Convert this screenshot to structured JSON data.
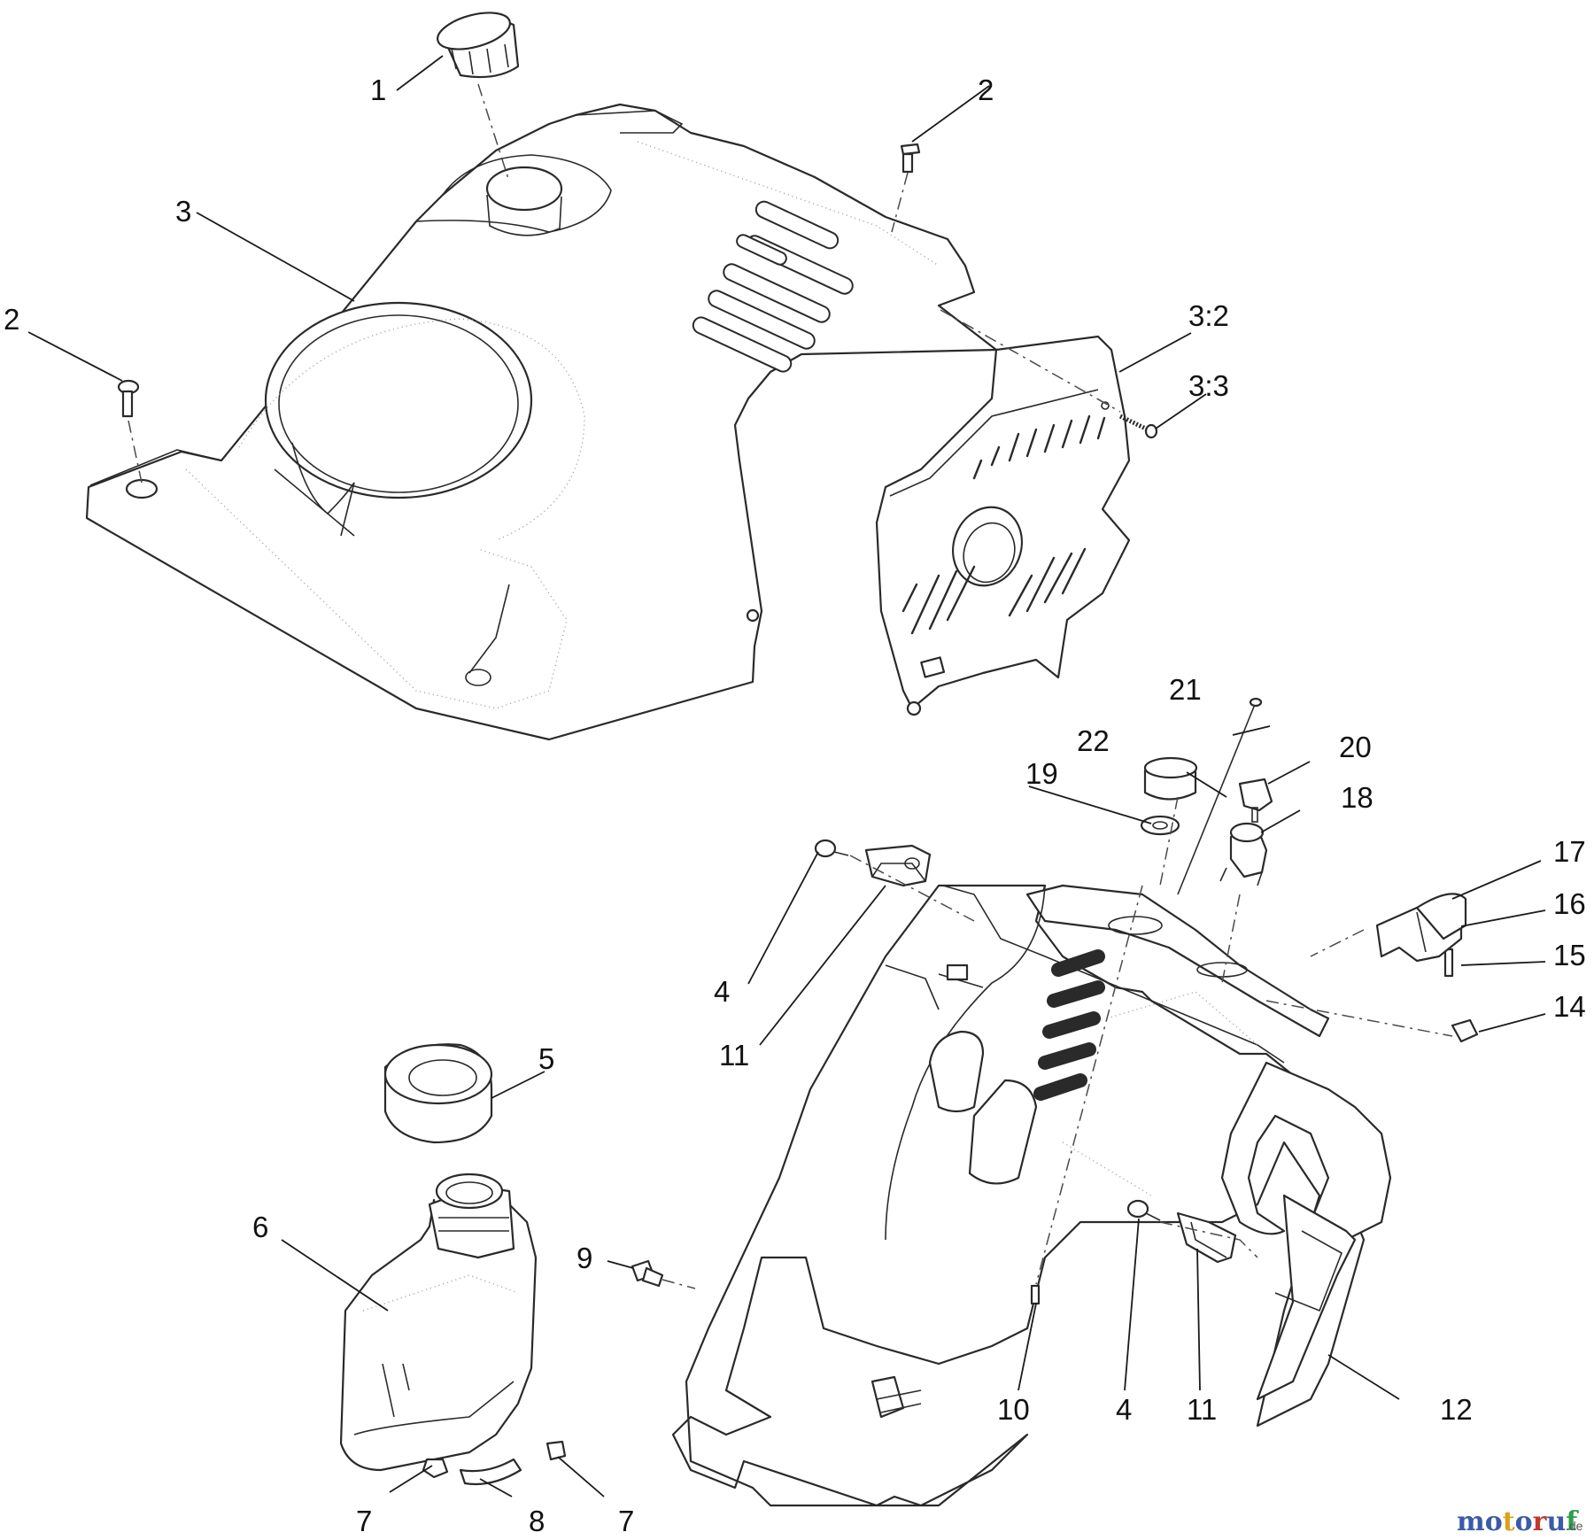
{
  "callouts": [
    {
      "id": "c1",
      "label": "1"
    },
    {
      "id": "c2a",
      "label": "2"
    },
    {
      "id": "c2b",
      "label": "2"
    },
    {
      "id": "c3",
      "label": "3"
    },
    {
      "id": "c3_2",
      "label": "3:2"
    },
    {
      "id": "c3_3",
      "label": "3:3"
    },
    {
      "id": "c4a",
      "label": "4"
    },
    {
      "id": "c4b",
      "label": "4"
    },
    {
      "id": "c5",
      "label": "5"
    },
    {
      "id": "c6",
      "label": "6"
    },
    {
      "id": "c7a",
      "label": "7"
    },
    {
      "id": "c7b",
      "label": "7"
    },
    {
      "id": "c8",
      "label": "8"
    },
    {
      "id": "c9",
      "label": "9"
    },
    {
      "id": "c10",
      "label": "10"
    },
    {
      "id": "c11a",
      "label": "11"
    },
    {
      "id": "c11b",
      "label": "11"
    },
    {
      "id": "c12",
      "label": "12"
    },
    {
      "id": "c14",
      "label": "14"
    },
    {
      "id": "c15",
      "label": "15"
    },
    {
      "id": "c16",
      "label": "16"
    },
    {
      "id": "c17",
      "label": "17"
    },
    {
      "id": "c18",
      "label": "18"
    },
    {
      "id": "c19",
      "label": "19"
    },
    {
      "id": "c20",
      "label": "20"
    },
    {
      "id": "c21",
      "label": "21"
    },
    {
      "id": "c22",
      "label": "22"
    }
  ],
  "watermark": {
    "letters": [
      "m",
      "o",
      "t",
      "o",
      "r",
      "u",
      "f"
    ],
    "colors": [
      "#3b5ba9",
      "#3b5ba9",
      "#d9a21b",
      "#3b5ba9",
      "#c0392b",
      "#3b5ba9",
      "#2e9e4a"
    ],
    "suffix": ".de"
  }
}
